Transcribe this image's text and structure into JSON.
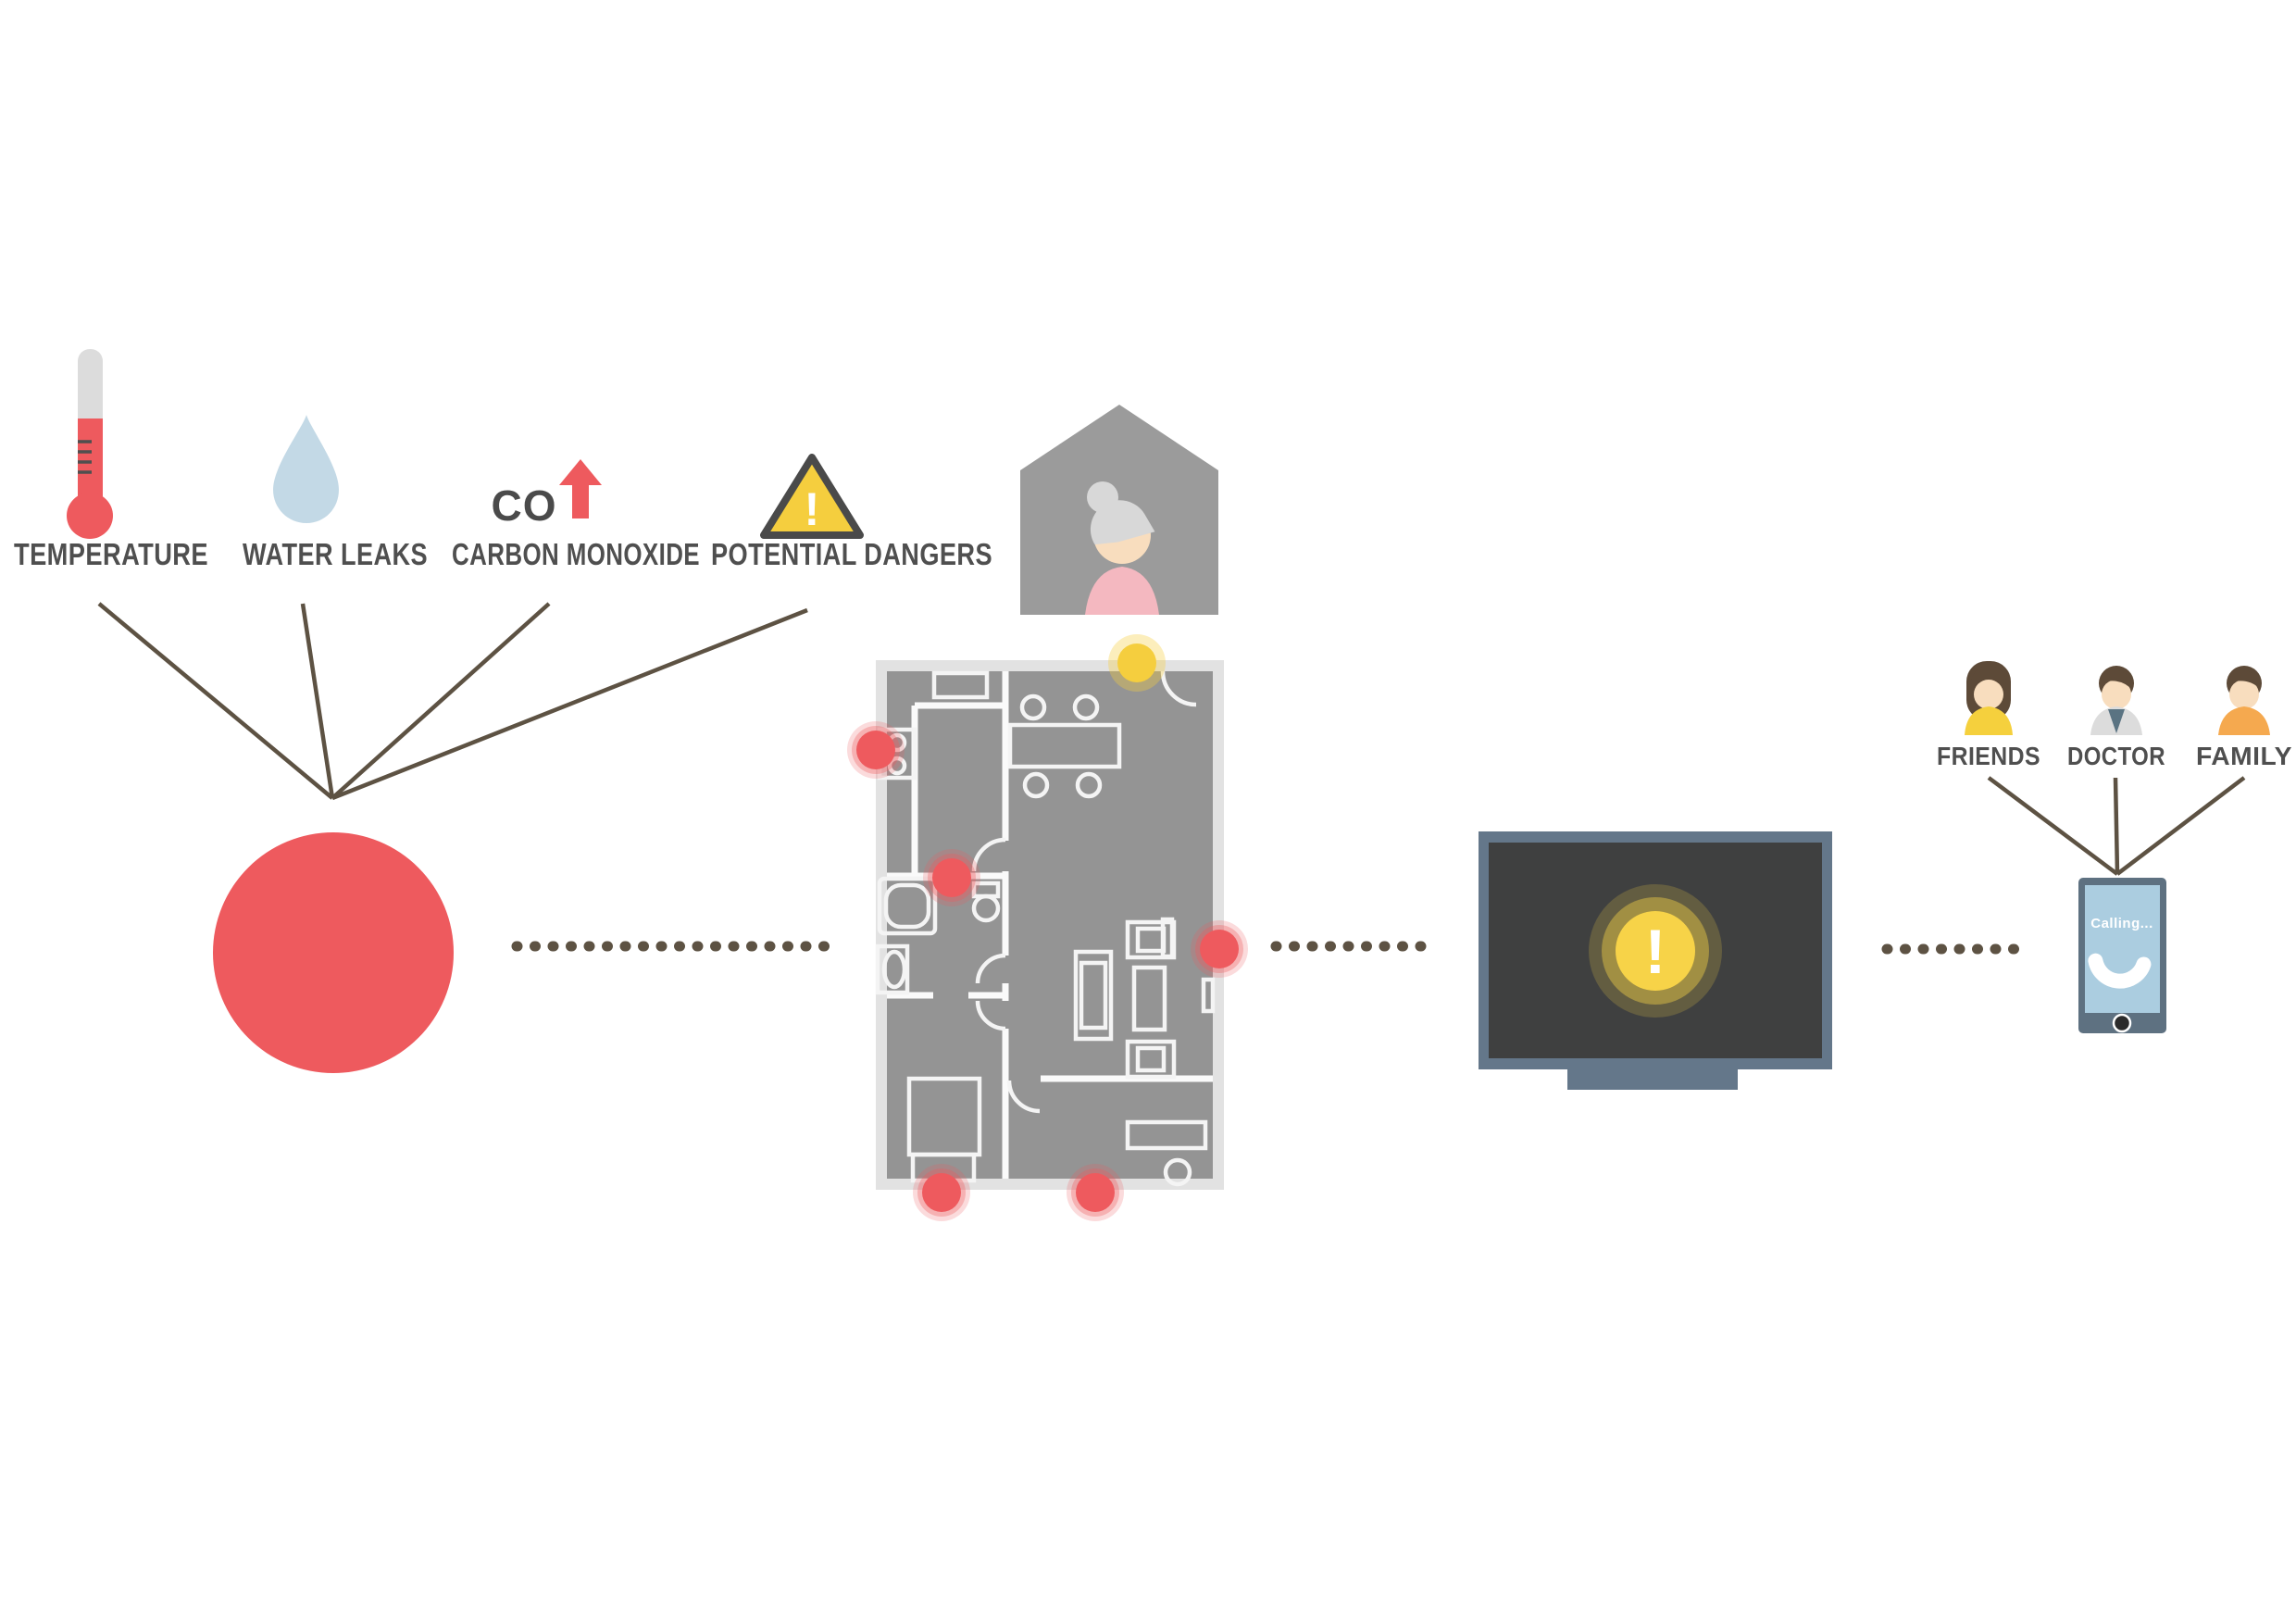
{
  "sensors": {
    "items": [
      {
        "name": "temperature",
        "label": "TEMPERATURE"
      },
      {
        "name": "water-leaks",
        "label": "WATER LEAKS"
      },
      {
        "name": "carbon-monoxide",
        "label": "CARBON MONOXIDE",
        "symbol": "CO"
      },
      {
        "name": "potential-dangers",
        "label": "POTENTIAL DANGERS",
        "symbol": "!"
      }
    ]
  },
  "alert_screen": {
    "symbol": "!"
  },
  "phone": {
    "status_text": "Calling...",
    "icon": "phone-handset-icon"
  },
  "contacts": {
    "items": [
      {
        "label": "FRIENDS"
      },
      {
        "label": "DOCTOR"
      },
      {
        "label": "FAMILY"
      }
    ]
  },
  "colors": {
    "sensor_red": "#EE5A5E",
    "alert_yellow_dot": "#F5CE3E",
    "tv_alert_yellow": "#F7D348",
    "connector_taupe": "#5D5243",
    "label_grey": "#4F4F4F",
    "floorplan_grey": "#949494",
    "floorplan_border": "#E2E2E2",
    "house_grey": "#9B9B9B",
    "tv_frame_slate": "#64778A",
    "tv_screen_dark": "#3F4040",
    "phone_body_slate": "#5E7181",
    "phone_screen_blue": "#ABCDE0",
    "water_drop_blue": "#C3D9E6",
    "skin": "#F8DDBE",
    "grandma_pink": "#F4B8C0",
    "grandma_hair_grey": "#D8D8D8",
    "friend_yellow": "#F5D03D",
    "doctor_coat": "#DCDCDC",
    "doctor_shirt": "#5A7382",
    "family_orange": "#F5A94F",
    "hair_brown": "#5D4A38"
  }
}
